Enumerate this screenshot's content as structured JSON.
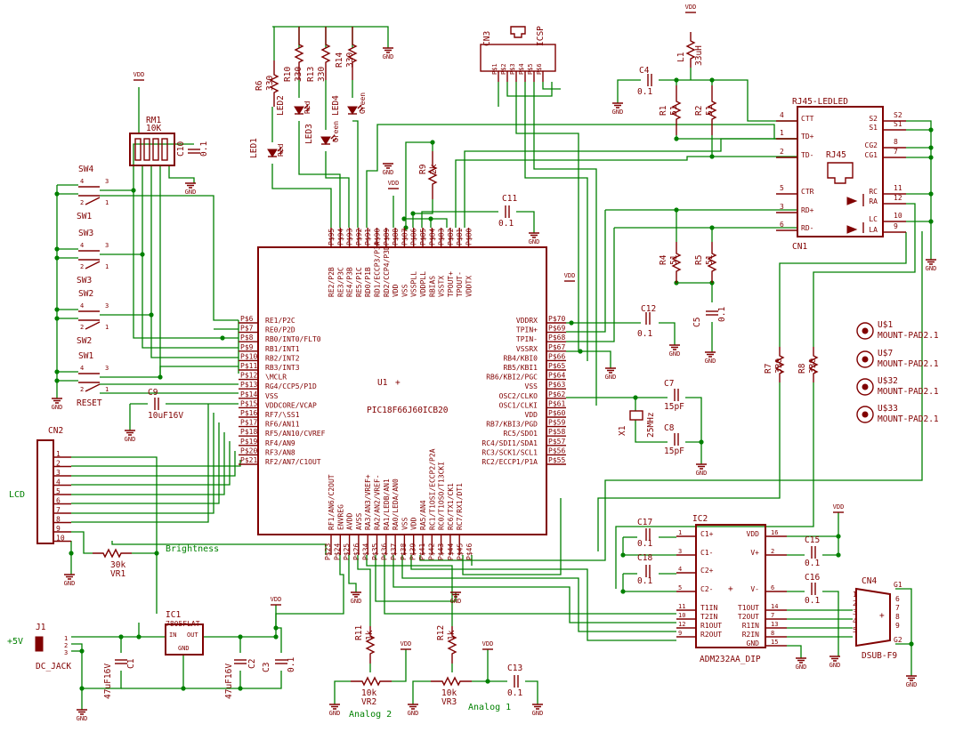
{
  "u1": {
    "ref": "U1",
    "value": "PIC18F66J60ICB20",
    "top_pins": [
      "RE2/P2B",
      "RE3/P3C",
      "RE4/P3B",
      "RE5/P1C",
      "RD0/P1B",
      "RD1/ECCP3/P3A",
      "RD2/CCP4/P3D",
      "VDD",
      "VSS",
      "VSSPLL",
      "VDDPLL",
      "RBIAS",
      "VSSTX",
      "TPOUT+",
      "TPOUT-",
      "VDDTX"
    ],
    "top_nums": [
      "P$95",
      "P$94",
      "P$93",
      "P$92",
      "P$91",
      "P$90",
      "P$89",
      "P$88",
      "P$87",
      "P$86",
      "P$85",
      "P$84",
      "P$83",
      "P$82",
      "P$81",
      "P$80"
    ],
    "left_pins": [
      "RE1/P2C",
      "RE0/P2D",
      "RB0/INT0/FLT0",
      "RB1/INT1",
      "RB2/INT2",
      "RB3/INT3",
      "\\MCLR",
      "RG4/CCP5/P1D",
      "VSS",
      "VDDCORE/VCAP",
      "RF7/\\SS1",
      "RF6/AN11",
      "RF5/AN10/CVREF",
      "RF4/AN9",
      "RF3/AN8",
      "RF2/AN7/C1OUT"
    ],
    "left_nums": [
      "P$6",
      "P$7",
      "P$8",
      "P$9",
      "P$10",
      "P$11",
      "P$12",
      "P$13",
      "P$14",
      "P$15",
      "P$16",
      "P$17",
      "P$18",
      "P$19",
      "P$20",
      "P$21"
    ],
    "right_pins": [
      "VDDRX",
      "TPIN+",
      "TPIN-",
      "VSSRX",
      "RB4/KBI0",
      "RB5/KBI1",
      "RB6/KBI2/PGC",
      "VSS",
      "OSC2/CLKO",
      "OSC1/CLKI",
      "VDD",
      "RB7/KBI3/PGD",
      "RC5/SDO1",
      "RC4/SDI1/SDA1",
      "RC3/SCK1/SCL1",
      "RC2/ECCP1/P1A"
    ],
    "right_nums": [
      "P$70",
      "P$69",
      "P$68",
      "P$67",
      "P$66",
      "P$65",
      "P$64",
      "P$63",
      "P$62",
      "P$61",
      "P$60",
      "P$59",
      "P$58",
      "P$57",
      "P$56",
      "P$55"
    ],
    "bottom_pins": [
      "RF1/AN6/C2OUT",
      "ENVREG",
      "AVDD",
      "AVSS",
      "RA3/AN3/VREF+",
      "RA2/AN2/VREF-",
      "RA1/LEDB/AN1",
      "RA0/LEDA/AN0",
      "VSS",
      "VDD",
      "RA5/AN4",
      "RC1/T1OSI/ECCP2/P2A",
      "RC0/T1OSO/T13CKI",
      "RC6/TX1/CK1",
      "RC7/RX1/DT1"
    ],
    "bottom_nums": [
      "P$23",
      "P$24",
      "P$25",
      "P$26",
      "P$34",
      "P$35",
      "P$36",
      "P$37",
      "P$38",
      "P$39",
      "P$41",
      "P$42",
      "P$43",
      "P$44",
      "P$45",
      "P$46"
    ]
  },
  "ic2": {
    "ref": "IC2",
    "value": "ADM232AA_DIP",
    "left_pins": [
      "C1+",
      "C1-",
      "C2+",
      "C2-",
      "T1IN",
      "T2IN",
      "R1OUT",
      "R2OUT"
    ],
    "left_nums": [
      "1",
      "3",
      "4",
      "5",
      "11",
      "10",
      "12",
      "9"
    ],
    "right_pins": [
      "VDD",
      "V+",
      "V-",
      "T1OUT",
      "T2OUT",
      "R1IN",
      "R2IN",
      "GND"
    ],
    "right_nums": [
      "16",
      "2",
      "6",
      "14",
      "7",
      "13",
      "8",
      "15"
    ]
  },
  "cn1": {
    "ref": "CN1",
    "value": "RJ45-LEDLED",
    "jack_label": "RJ45",
    "left_pins": [
      "CTT",
      "TD+",
      "TD-",
      "CTR",
      "RD+",
      "RD-"
    ],
    "left_nums": [
      "4",
      "1",
      "2",
      "5",
      "3",
      "6"
    ],
    "right_pins": [
      "S2",
      "S1",
      "CG2",
      "CG1",
      "RC",
      "RA",
      "LC",
      "LA"
    ],
    "right_nums": [
      "S2",
      "S1",
      "8",
      "7",
      "11",
      "12",
      "10",
      "9"
    ]
  },
  "cn2": {
    "ref": "CN2",
    "pins": [
      "1",
      "2",
      "3",
      "4",
      "5",
      "6",
      "7",
      "8",
      "9",
      "10"
    ],
    "label": "LCD"
  },
  "cn3": {
    "ref": "CN3",
    "label": "ICSP",
    "pins": [
      "P$1",
      "P$2",
      "P$3",
      "P$4",
      "P$5",
      "P$6"
    ]
  },
  "cn4": {
    "ref": "CN4",
    "value": "DSUB-F9",
    "pins": [
      "1",
      "2",
      "3",
      "4",
      "5",
      "6",
      "7",
      "8",
      "9"
    ],
    "shield": "G1",
    "shield2": "G2"
  },
  "ic1": {
    "ref": "IC1",
    "value": "7805FLAT",
    "in": "IN",
    "out": "OUT",
    "gnd": "GND"
  },
  "j1": {
    "ref": "J1",
    "value": "DC_JACK",
    "pins": [
      "1",
      "2",
      "3"
    ]
  },
  "rm1": {
    "ref": "RM1",
    "value": "10K"
  },
  "resistors": [
    {
      "ref": "R1",
      "value": "51"
    },
    {
      "ref": "R2",
      "value": "51"
    },
    {
      "ref": "R4",
      "value": "51"
    },
    {
      "ref": "R5",
      "value": "51"
    },
    {
      "ref": "R6",
      "value": "330"
    },
    {
      "ref": "R7",
      "value": "330"
    },
    {
      "ref": "R8",
      "value": "330"
    },
    {
      "ref": "R9",
      "value": "2k"
    },
    {
      "ref": "R10",
      "value": "330"
    },
    {
      "ref": "R11",
      "value": "1k"
    },
    {
      "ref": "R12",
      "value": "1k"
    },
    {
      "ref": "R13",
      "value": "330"
    },
    {
      "ref": "R14",
      "value": "330"
    }
  ],
  "capacitors": [
    {
      "ref": "C1",
      "value": "47uF16V"
    },
    {
      "ref": "C2",
      "value": "47uF16V"
    },
    {
      "ref": "C3",
      "value": "0.1"
    },
    {
      "ref": "C4",
      "value": "0.1"
    },
    {
      "ref": "C5",
      "value": "0.1"
    },
    {
      "ref": "C7",
      "value": "15pF"
    },
    {
      "ref": "C8",
      "value": "15pF"
    },
    {
      "ref": "C9",
      "value": "10uF16V"
    },
    {
      "ref": "C10",
      "value": "0.1"
    },
    {
      "ref": "C11",
      "value": "0.1"
    },
    {
      "ref": "C12",
      "value": "0.1"
    },
    {
      "ref": "C13",
      "value": "0.1"
    },
    {
      "ref": "C15",
      "value": "0.1"
    },
    {
      "ref": "C16",
      "value": "0.1"
    },
    {
      "ref": "C17",
      "value": "0.1"
    },
    {
      "ref": "C18",
      "value": "0.1"
    }
  ],
  "leds": [
    {
      "ref": "LED1",
      "value": "Red"
    },
    {
      "ref": "LED2",
      "value": "Red"
    },
    {
      "ref": "LED3",
      "value": "Green"
    },
    {
      "ref": "LED4",
      "value": "Green"
    }
  ],
  "switches": [
    "SW1",
    "SW2",
    "SW3",
    "SW4"
  ],
  "switch_labels": [
    "SW1",
    "SW2",
    "SW3",
    "SW1"
  ],
  "reset_label": "RESET",
  "sw_pins": [
    "4",
    "3",
    "2",
    "1"
  ],
  "l1": {
    "ref": "L1",
    "value": "33uH"
  },
  "x1": {
    "ref": "X1",
    "value": "25MHz"
  },
  "vr1": {
    "ref": "VR1",
    "value": "30k"
  },
  "vr2": {
    "ref": "VR2",
    "value": "10k"
  },
  "vr3": {
    "ref": "VR3",
    "value": "10k"
  },
  "pads": [
    {
      "ref": "U$1",
      "value": "MOUNT-PAD2.1"
    },
    {
      "ref": "U$7",
      "value": "MOUNT-PAD2.1"
    },
    {
      "ref": "U$32",
      "value": "MOUNT-PAD2.1"
    },
    {
      "ref": "U$33",
      "value": "MOUNT-PAD2.1"
    }
  ],
  "supply": {
    "vdd": "VDD",
    "gnd": "GND"
  },
  "net_labels": {
    "lcd": "LCD",
    "brightness": "Brightness",
    "p5v": "+5V",
    "analog2": "Analog 2",
    "analog1": "Analog 1"
  },
  "colors": {
    "component": "#800000",
    "wire": "#008000",
    "background": "#ffffff"
  }
}
